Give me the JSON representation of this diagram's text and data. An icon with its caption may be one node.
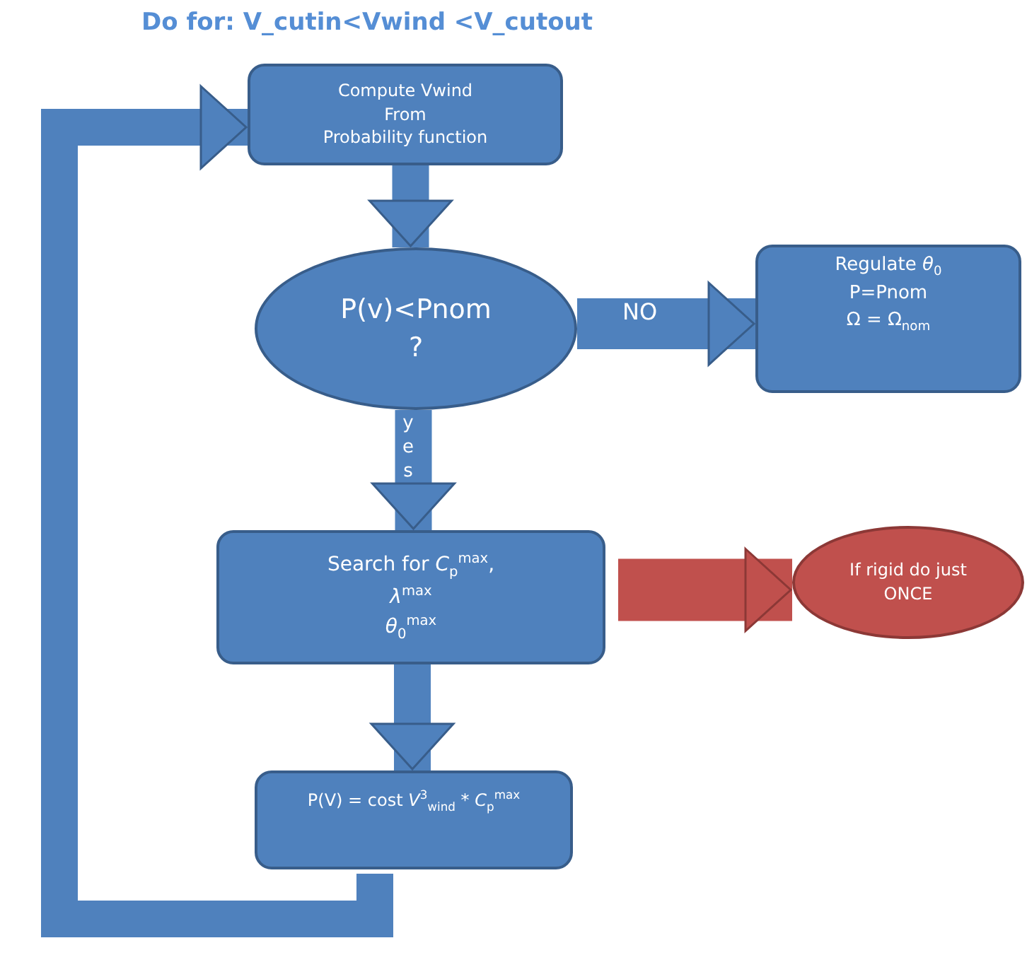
{
  "diagram": {
    "title": "Do for: V_cutin<Vwind <V_cutout",
    "nodes": [
      {
        "text": [
          "Compute Vwind",
          "From",
          "Probability function"
        ]
      },
      {
        "text": [
          "P(v)<Pnom",
          "?"
        ]
      },
      {
        "text": [
          "Regulate *θ*$_{0}$",
          "P=Pnom",
          "Ω = Ω$_{nom}$"
        ]
      },
      {
        "text": [
          "Search for *C*$_{p}$$^{max}$,",
          "*λ*$^{max}$",
          "*θ*$_{0}$$^{max}$"
        ]
      },
      {
        "text": [
          "If rigid do just ONCE"
        ]
      },
      {
        "text": [
          "P(V) = cost *V*$^{3}$$_{wind}$ * *C*$_{p}$$^{max}$"
        ]
      }
    ],
    "edges": [
      {
        "from": 0,
        "to": 1,
        "arrow": "to"
      },
      {
        "from": 1,
        "to": 2,
        "arrow": "to",
        "label": "NO"
      },
      {
        "from": 1,
        "to": 3,
        "arrow": "to",
        "label": "yes"
      },
      {
        "from": 3,
        "to": 4,
        "arrow": "to",
        "color": "#c0504d"
      },
      {
        "from": 3,
        "to": 5,
        "arrow": "to"
      },
      {
        "from": 5,
        "to": 0,
        "arrow": "to"
      }
    ]
  }
}
